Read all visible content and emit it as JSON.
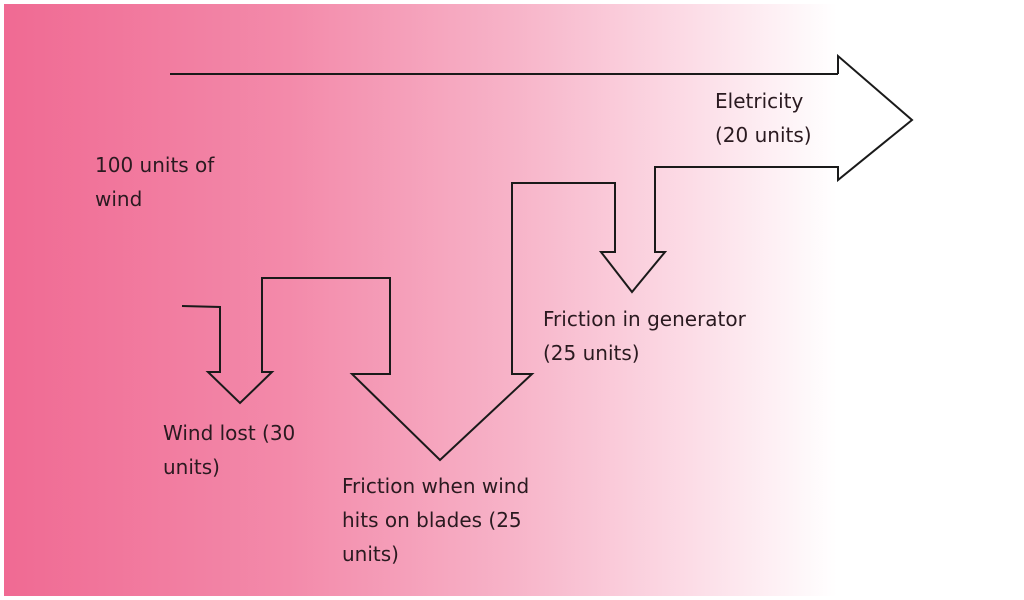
{
  "diagram": {
    "input_label": "100 units of\nwind",
    "losses": [
      {
        "id": "wind-lost",
        "label": "Wind lost (30\nunits)"
      },
      {
        "id": "blade-friction",
        "label": "Friction when wind\nhits on blades (25\nunits)"
      },
      {
        "id": "generator-friction",
        "label": "Friction in generator\n(25 units)"
      }
    ],
    "output_label": "Eletricity\n(20 units)"
  },
  "colors": {
    "gradient_start": "#f06a93",
    "gradient_end": "#ffffff",
    "stroke": "#1a1a1a",
    "text": "#2a1a20"
  }
}
